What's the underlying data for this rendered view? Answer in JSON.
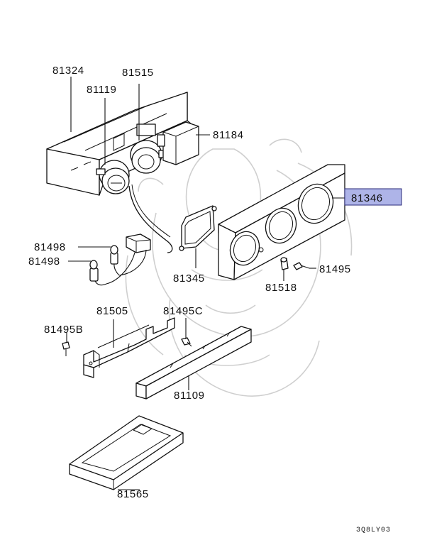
{
  "labels": {
    "p81324": "81324",
    "p81515": "81515",
    "p81119": "81119",
    "p81184": "81184",
    "p81346": "81346",
    "p81345": "81345",
    "p81498a": "81498",
    "p81498b": "81498",
    "p81495": "81495",
    "p81518": "81518",
    "p81505": "81505",
    "p81495c": "81495C",
    "p81495b": "81495B",
    "p81109": "81109",
    "p81565": "81565"
  },
  "diagram_code": "3Q8LY03",
  "colors": {
    "highlight": "#aeb4e8",
    "ink": "#111111",
    "watermark": "#cfcfcf"
  }
}
